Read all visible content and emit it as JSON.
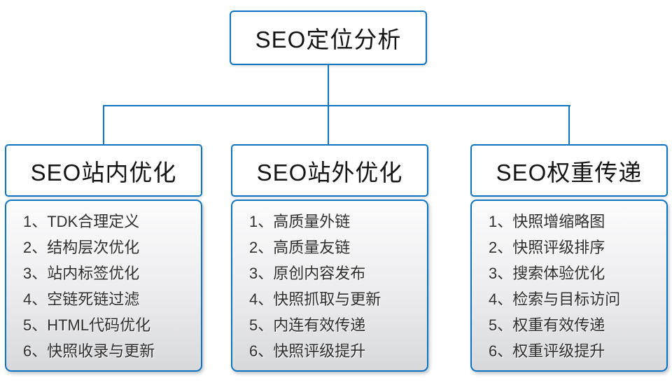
{
  "diagram_title": "SEO定位分析",
  "root": {
    "label": "SEO定位分析"
  },
  "columns": [
    {
      "title": "SEO站内优化",
      "items": [
        "1、TDK合理定义",
        "2、结构层次优化",
        "3、站内标签优化",
        "4、空链死链过滤",
        "5、HTML代码优化",
        "6、快照收录与更新"
      ]
    },
    {
      "title": "SEO站外优化",
      "items": [
        "1、高质量外链",
        "2、高质量友链",
        "3、原创内容发布",
        "4、快照抓取与更新",
        "5、内连有效传递",
        "6、快照评级提升"
      ]
    },
    {
      "title": "SEO权重传递",
      "items": [
        "1、快照增缩略图",
        "2、快照评级排序",
        "3、搜索体验优化",
        "4、检索与目标访问",
        "5、权重有效传递",
        "6、权重评级提升"
      ]
    }
  ],
  "colors": {
    "connector_blue": "#0e73bf",
    "box_border_blue": "#0e73bf",
    "list_gradient_top": "#fcfcfd",
    "list_gradient_bottom": "#d8d9db",
    "text_dark": "#141414"
  }
}
